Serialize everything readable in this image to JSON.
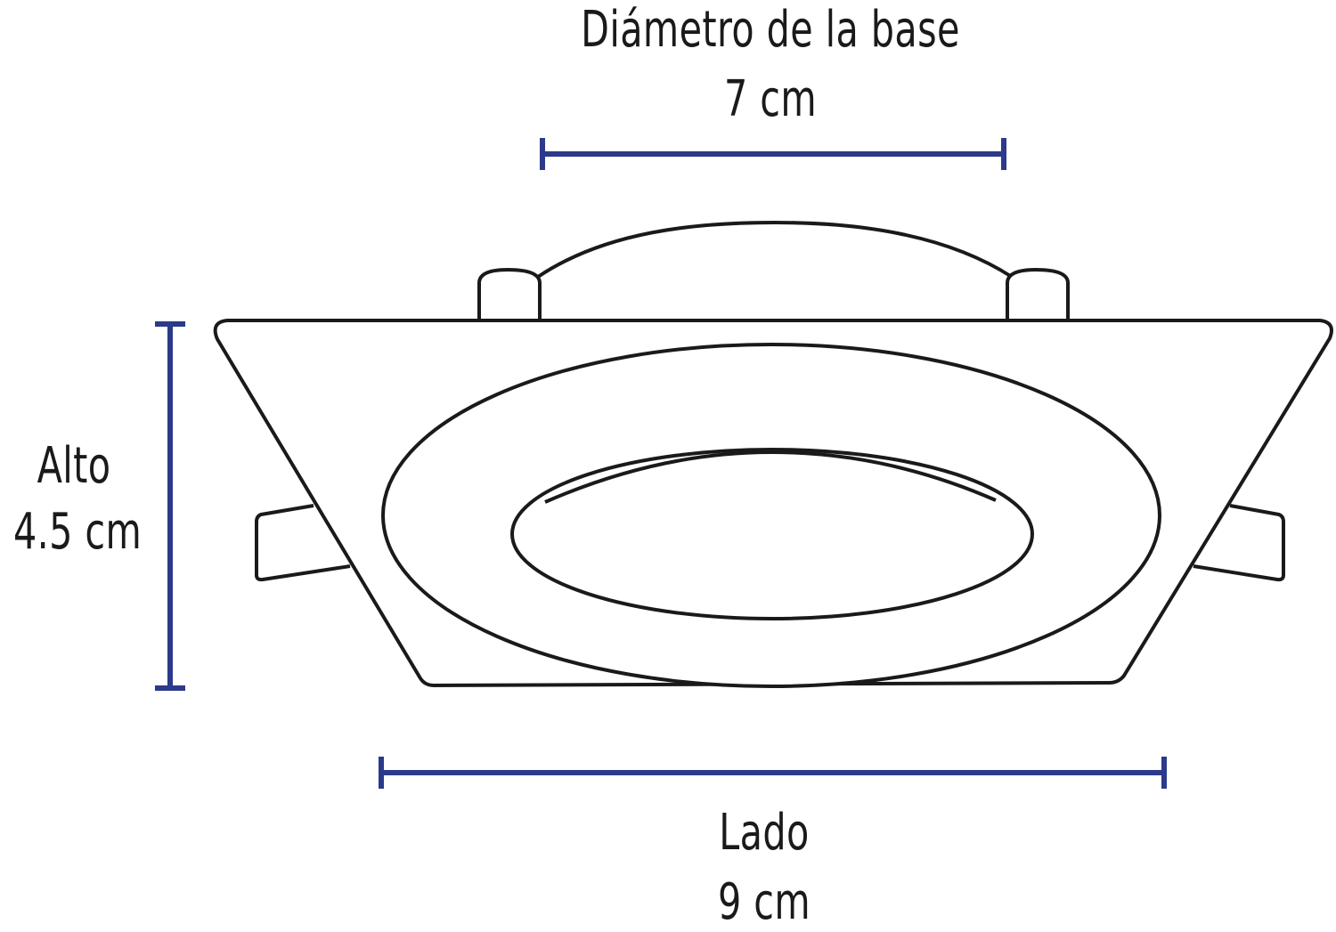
{
  "colors": {
    "dimension_line": "#2b3a8a",
    "outline": "#1a1a1a",
    "background": "#ffffff"
  },
  "dimensions": {
    "base_diameter": {
      "label": "Diámetro de la base",
      "value": "7 cm"
    },
    "height": {
      "label": "Alto",
      "value": "4.5 cm"
    },
    "side": {
      "label": "Lado",
      "value": "9 cm"
    }
  }
}
